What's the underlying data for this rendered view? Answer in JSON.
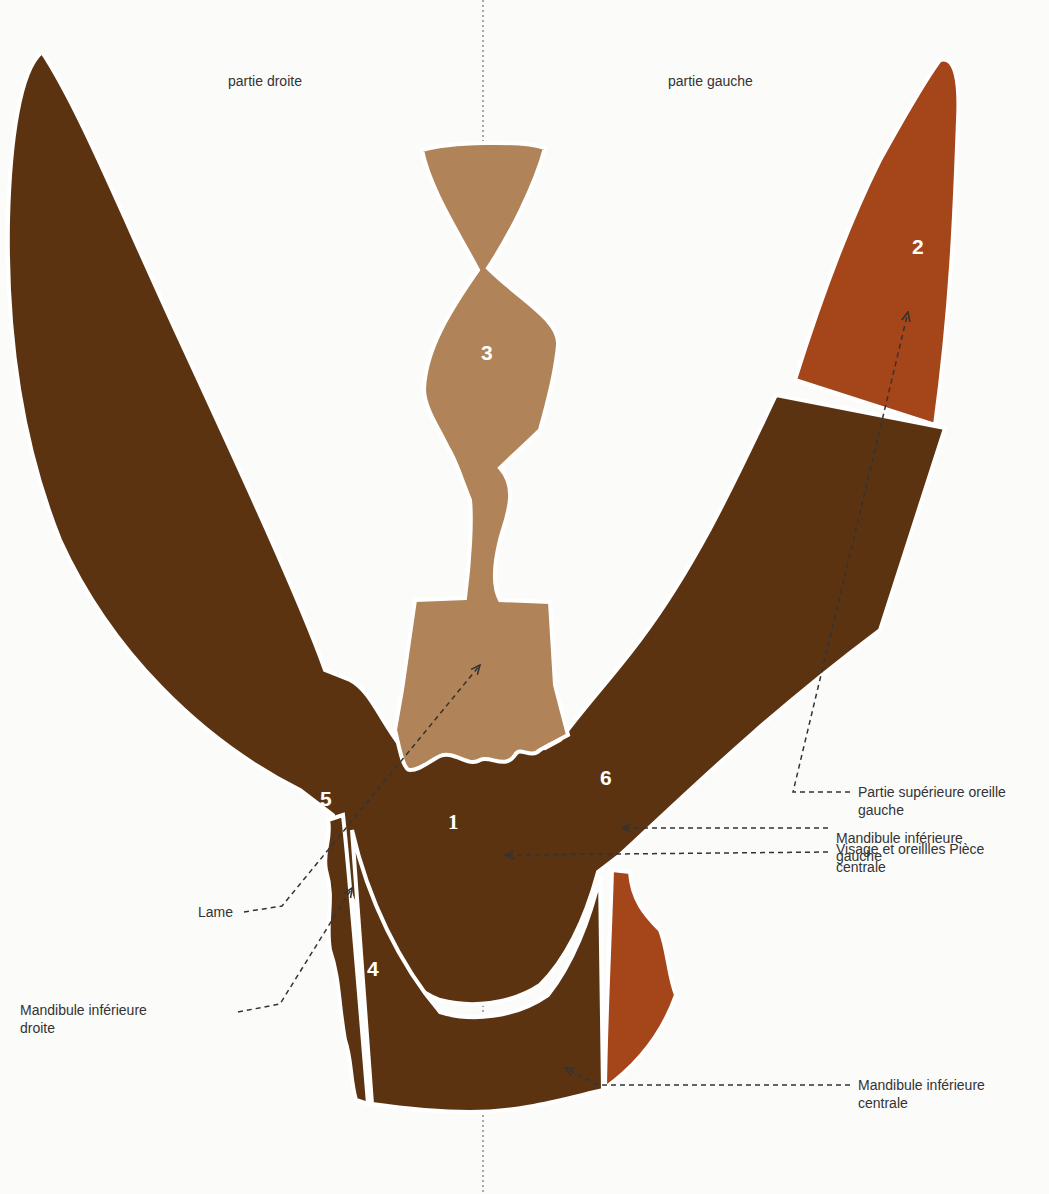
{
  "diagram": {
    "labels": [
      "partie droite",
      "partie gauche",
      "2",
      "3",
      "Partie supérieure oreille gauche",
      "1",
      "Visage et oreillles Pièce centrale",
      "Lame",
      "5",
      "Mandibule inférieure gauche",
      "6",
      "4",
      "Mandibule inférieure droite",
      "Mandibule inférieure centrale"
    ]
  }
}
